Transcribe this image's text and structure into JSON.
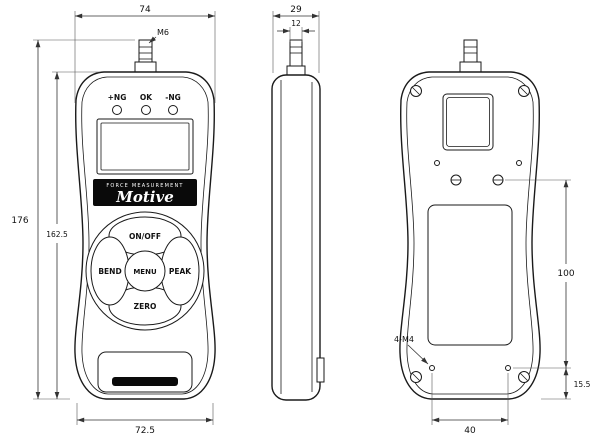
{
  "colors": {
    "background": "#ffffff",
    "line": "#1a1a1a",
    "dim_line": "#333333",
    "brand_band": "#0a0a0a"
  },
  "front_view": {
    "dim_width_top": "74",
    "thread_label": "M6",
    "dim_height_total": "176",
    "dim_height_body": "162.5",
    "dim_width_bottom": "72.5",
    "led_labels": [
      "+NG",
      "OK",
      "-NG"
    ],
    "brand_line": "FORCE MEASUREMENT",
    "brand_name": "Motive",
    "buttons": {
      "top": "ON/OFF",
      "left": "BEND",
      "center": "MENU",
      "right": "PEAK",
      "bottom": "ZERO"
    }
  },
  "side_view": {
    "dim_depth": "29",
    "dim_plug_width": "12"
  },
  "back_view": {
    "hole_callout": "4-M4",
    "dim_hole_span_vertical": "100",
    "dim_bottom_offset": "15.5",
    "dim_hole_span_horizontal": "40"
  }
}
